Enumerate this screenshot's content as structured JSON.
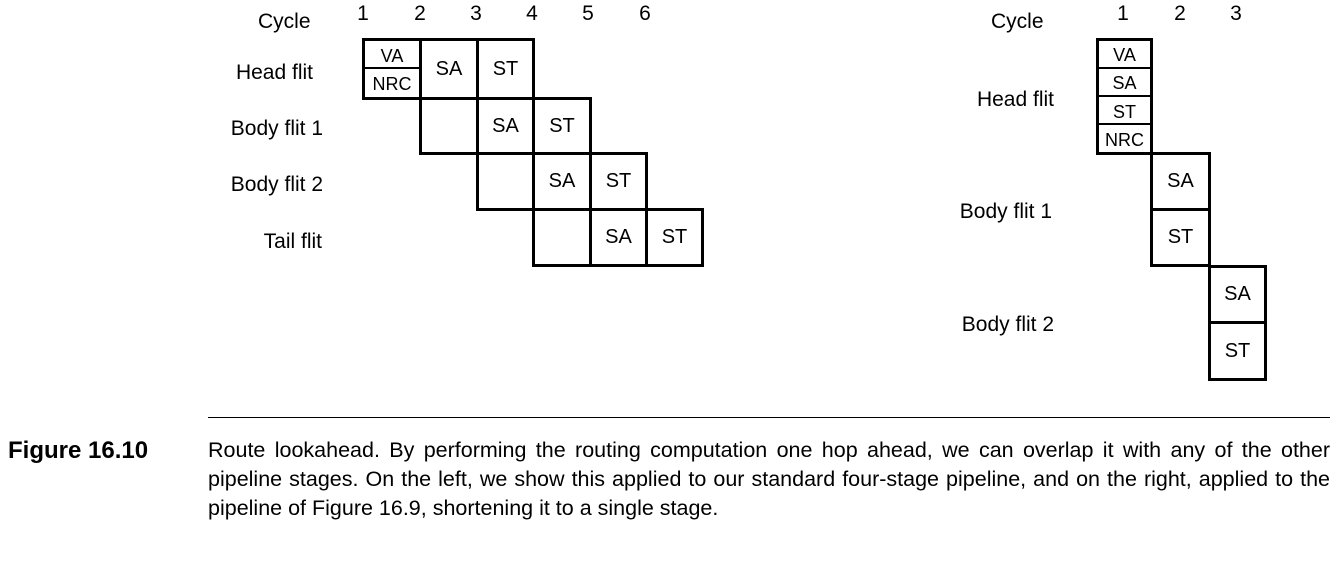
{
  "left": {
    "cycle_label": "Cycle",
    "cycles": [
      "1",
      "2",
      "3",
      "4",
      "5",
      "6"
    ],
    "rows": [
      {
        "label": "Head flit",
        "stages": [
          "SA",
          "ST"
        ],
        "first_cell_split": [
          "VA",
          "NRC"
        ]
      },
      {
        "label": "Body flit 1",
        "stages": [
          "",
          "SA",
          "ST"
        ]
      },
      {
        "label": "Body flit 2",
        "stages": [
          "",
          "SA",
          "ST"
        ]
      },
      {
        "label": "Tail flit",
        "stages": [
          "",
          "SA",
          "ST"
        ]
      }
    ]
  },
  "right": {
    "cycle_label": "Cycle",
    "cycles": [
      "1",
      "2",
      "3"
    ],
    "head_label": "Head flit",
    "head_stages": [
      "VA",
      "SA",
      "ST",
      "NRC"
    ],
    "body1_label": "Body flit 1",
    "body1_stages": [
      "SA",
      "ST"
    ],
    "body2_label": "Body flit 2",
    "body2_stages": [
      "SA",
      "ST"
    ]
  },
  "caption": {
    "label": "Figure 16.10",
    "text": "Route lookahead. By performing the routing computation one hop ahead, we can overlap it with any of the other pipeline stages. On the left, we show this applied to our standard four-stage pipeline, and on the right, applied to the pipeline of Figure 16.9, shortening it to a single stage."
  }
}
